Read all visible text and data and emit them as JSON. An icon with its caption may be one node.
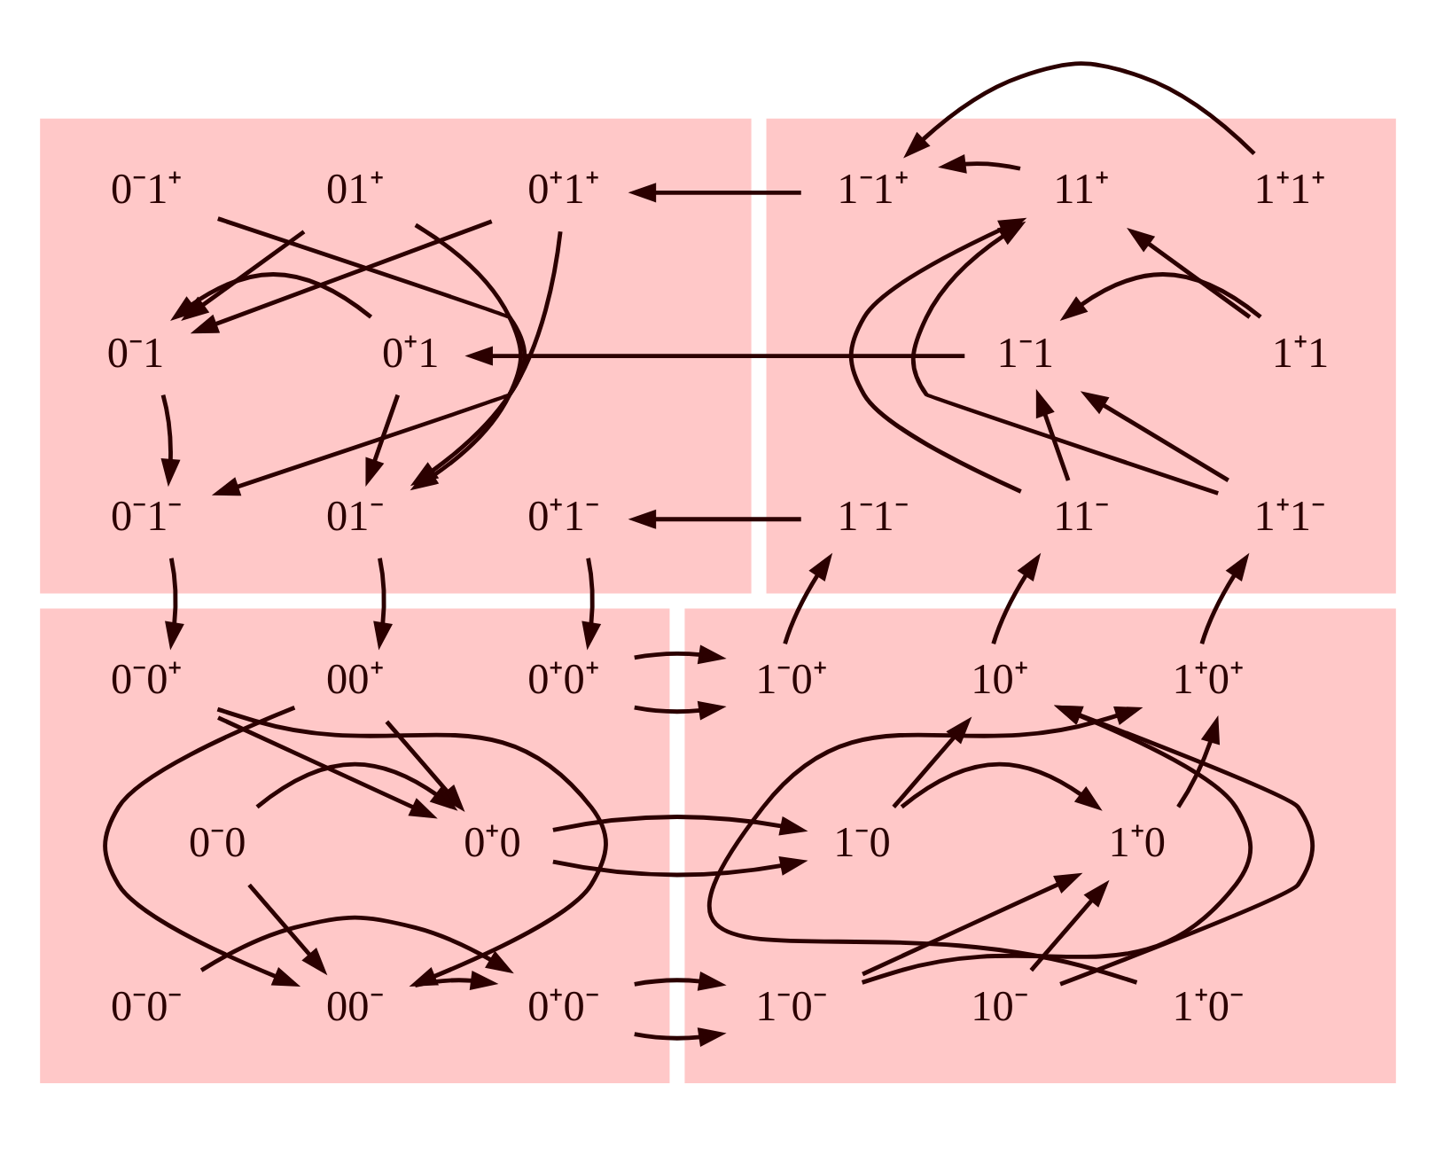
{
  "diagram": {
    "nodes": [
      {
        "text": [],
        "shape": "box"
      },
      {
        "text": [
          "0⁻1⁺"
        ],
        "in": 0
      },
      {
        "text": [
          "01⁺"
        ],
        "in": 0
      },
      {
        "text": [
          "0⁺1⁺"
        ],
        "in": 0
      },
      {
        "text": [
          "0⁻1"
        ],
        "in": 0
      },
      {
        "text": [
          "0⁺1"
        ],
        "in": 0
      },
      {
        "text": [
          "0⁻1⁻"
        ],
        "in": 0
      },
      {
        "text": [
          "01⁻"
        ],
        "in": 0
      },
      {
        "text": [
          "0⁺1⁻"
        ],
        "in": 0
      },
      {
        "text": [],
        "shape": "box"
      },
      {
        "text": [
          "1⁻1⁺"
        ],
        "in": 9
      },
      {
        "text": [
          "11⁺"
        ],
        "in": 9
      },
      {
        "text": [
          "1⁺1⁺"
        ],
        "in": 9
      },
      {
        "text": [
          "1⁻1"
        ],
        "in": 9
      },
      {
        "text": [
          "1⁺1"
        ],
        "in": 9
      },
      {
        "text": [
          "1⁻1⁻"
        ],
        "in": 9
      },
      {
        "text": [
          "11⁻"
        ],
        "in": 9
      },
      {
        "text": [
          "1⁺1⁻"
        ],
        "in": 9
      },
      {
        "text": [],
        "shape": "box"
      },
      {
        "text": [
          "0⁻0⁺"
        ],
        "in": 18
      },
      {
        "text": [
          "00⁺"
        ],
        "in": 18
      },
      {
        "text": [
          "0⁺0⁺"
        ],
        "in": 18
      },
      {
        "text": [
          "0⁻0"
        ],
        "in": 18
      },
      {
        "text": [
          "0⁺0"
        ],
        "in": 18
      },
      {
        "text": [
          "0⁻0⁻"
        ],
        "in": 18
      },
      {
        "text": [
          "00⁻"
        ],
        "in": 18
      },
      {
        "text": [
          "0⁺0⁻"
        ],
        "in": 18
      },
      {
        "text": [],
        "shape": "box"
      },
      {
        "text": [
          "1⁻0⁺"
        ],
        "in": 27
      },
      {
        "text": [
          "10⁺"
        ],
        "in": 27
      },
      {
        "text": [
          "1⁺0⁺"
        ],
        "in": 27
      },
      {
        "text": [
          "1⁻0"
        ],
        "in": 27
      },
      {
        "text": [
          "1⁺0"
        ],
        "in": 27
      },
      {
        "text": [
          "1⁻0⁻"
        ],
        "in": 27
      },
      {
        "text": [
          "10⁻"
        ],
        "in": 27
      },
      {
        "text": [
          "1⁺0⁻"
        ],
        "in": 27
      }
    ],
    "edges": [
      {
        "from": 1,
        "to": 6,
        "arrow": "to"
      },
      {
        "from": 4,
        "to": 6,
        "arrow": "to"
      },
      {
        "from": 2,
        "to": 4,
        "arrow": "to"
      },
      {
        "from": 2,
        "to": 7,
        "arrow": "to"
      },
      {
        "from": 3,
        "to": 4,
        "arrow": "to"
      },
      {
        "from": 3,
        "to": 7,
        "arrow": "to"
      },
      {
        "from": 5,
        "to": 4,
        "arrow": "to"
      },
      {
        "from": 5,
        "to": 7,
        "arrow": "to"
      },
      {
        "from": 10,
        "to": 3,
        "arrow": "to"
      },
      {
        "from": 13,
        "to": 5,
        "arrow": "to"
      },
      {
        "from": 15,
        "to": 8,
        "arrow": "to"
      },
      {
        "from": 11,
        "to": 10,
        "arrow": "to"
      },
      {
        "from": 12,
        "to": 10,
        "arrow": "to"
      },
      {
        "from": 16,
        "to": 11,
        "arrow": "to"
      },
      {
        "from": 14,
        "to": 11,
        "arrow": "to"
      },
      {
        "from": 17,
        "to": 11,
        "arrow": "to"
      },
      {
        "from": 14,
        "to": 13,
        "arrow": "to"
      },
      {
        "from": 16,
        "to": 13,
        "arrow": "to"
      },
      {
        "from": 17,
        "to": 13,
        "arrow": "to"
      },
      {
        "from": 6,
        "to": 19,
        "arrow": "to"
      },
      {
        "from": 7,
        "to": 20,
        "arrow": "to"
      },
      {
        "from": 8,
        "to": 21,
        "arrow": "to"
      },
      {
        "from": 19,
        "to": 23,
        "arrow": "to"
      },
      {
        "from": 19,
        "to": 25,
        "arrow": "to"
      },
      {
        "from": 20,
        "to": 25,
        "arrow": "to"
      },
      {
        "from": 20,
        "to": 23,
        "arrow": "to"
      },
      {
        "from": 22,
        "to": 23,
        "arrow": "to"
      },
      {
        "from": 22,
        "to": 25,
        "arrow": "to"
      },
      {
        "from": 24,
        "to": 26,
        "arrow": "to"
      },
      {
        "from": 25,
        "to": 26,
        "arrow": "to"
      },
      {
        "from": 21,
        "to": 28,
        "arrow": "to"
      },
      {
        "from": 23,
        "to": 31,
        "arrow": "to"
      },
      {
        "from": 26,
        "to": 33,
        "arrow": "to"
      },
      {
        "from": 31,
        "to": 29,
        "arrow": "to"
      },
      {
        "from": 31,
        "to": 32,
        "arrow": "to"
      },
      {
        "from": 33,
        "to": 29,
        "arrow": "to"
      },
      {
        "from": 34,
        "to": 29,
        "arrow": "to"
      },
      {
        "from": 34,
        "to": 32,
        "arrow": "to"
      },
      {
        "from": 33,
        "to": 32,
        "arrow": "to"
      },
      {
        "from": 32,
        "to": 30,
        "arrow": "to"
      },
      {
        "from": 35,
        "to": 30,
        "arrow": "to"
      },
      {
        "from": 28,
        "to": 15,
        "arrow": "to"
      },
      {
        "from": 29,
        "to": 16,
        "arrow": "to"
      },
      {
        "from": 30,
        "to": 17,
        "arrow": "to"
      }
    ]
  }
}
